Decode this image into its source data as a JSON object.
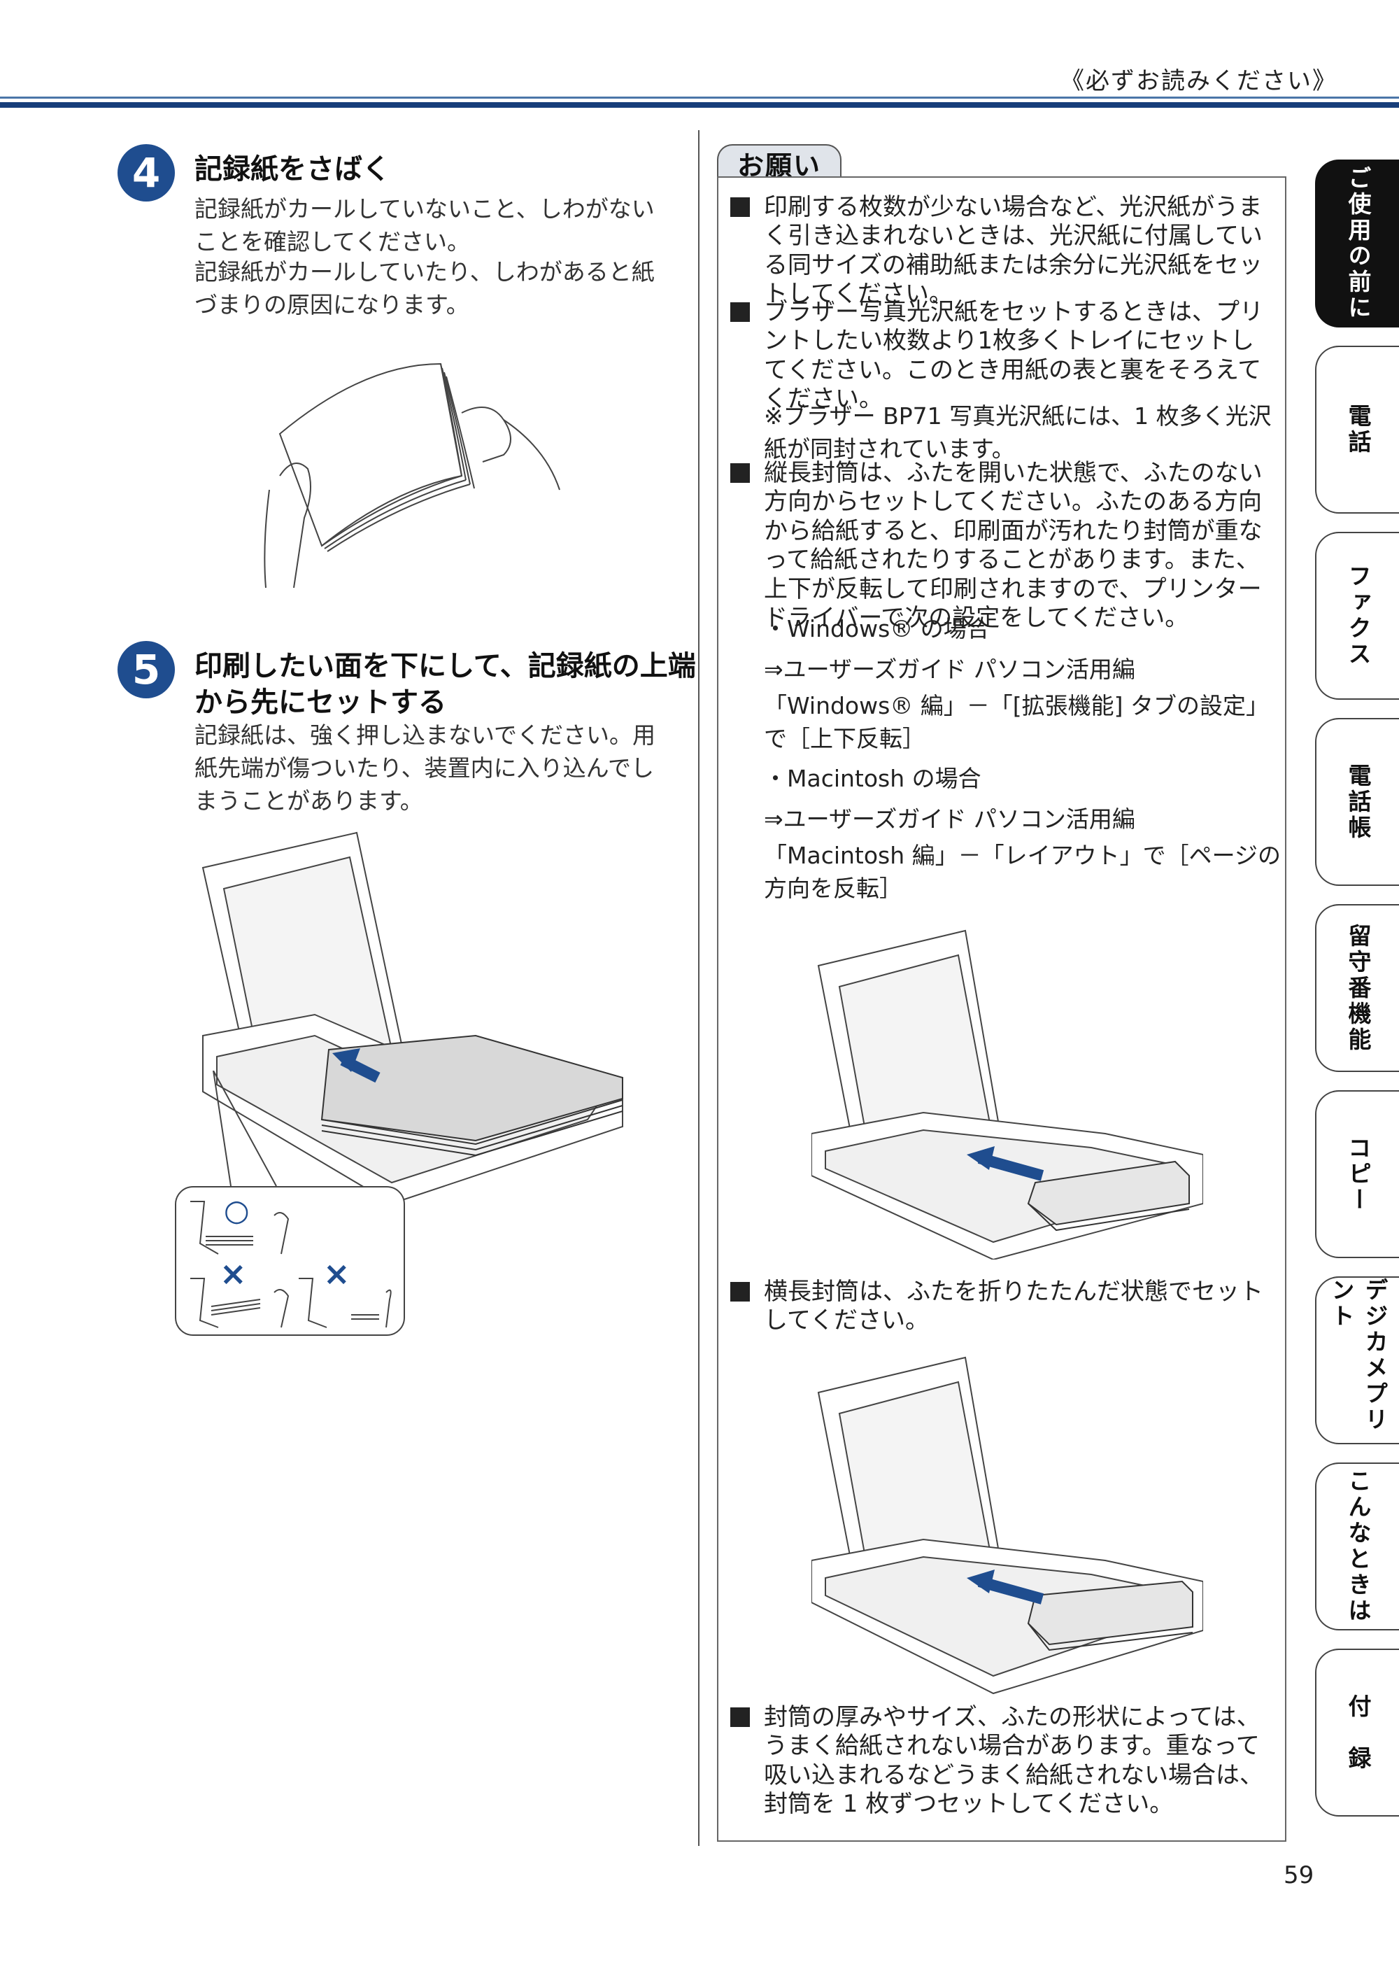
{
  "header": {
    "note": "《必ずお読みください》"
  },
  "step4": {
    "num": "4",
    "title": "記録紙をさばく",
    "text1": "記録紙がカールしていないこと、しわがないことを確認してください。",
    "text2": "記録紙がカールしていたり、しわがあると紙づまりの原因になります。"
  },
  "step5": {
    "num": "5",
    "title": "印刷したい面を下にして、記録紙の上端から先にセットする",
    "text1": "記録紙は、強く押し込まないでください。用紙先端が傷ついたり、装置内に入り込んでしまうことがあります。"
  },
  "marks": {
    "ok": "○",
    "ng": "×"
  },
  "request": {
    "tab": "お願い",
    "b1": "印刷する枚数が少ない場合など、光沢紙がうまく引き込まれないときは、光沢紙に付属している同サイズの補助紙または余分に光沢紙をセットしてください。",
    "b2": "ブラザー写真光沢紙をセットするときは、プリントしたい枚数より1枚多くトレイにセットしてください。このとき用紙の表と裏をそろえてください。",
    "b2note": "※ブラザー BP71 写真光沢紙には、1 枚多く光沢紙が同封されています。",
    "b3": "縦長封筒は、ふたを開いた状態で、ふたのない方向からセットしてください。ふたのある方向から給紙すると、印刷面が汚れたり封筒が重なって給紙されたりすることがあります。また、上下が反転して印刷されますので、プリンタードライバーで次の設定をしてください。",
    "win_head": "・Windows® の場合",
    "win_ref1": "⇒ユーザーズガイド パソコン活用編",
    "win_ref2": "「Windows® 編」－「[拡張機能] タブの設定」で［上下反転］",
    "mac_head": "・Macintosh の場合",
    "mac_ref1": "⇒ユーザーズガイド パソコン活用編",
    "mac_ref2": "「Macintosh 編」－「レイアウト」で［ページの方向を反転］",
    "b4": "横長封筒は、ふたを折りたたんだ状態でセットしてください。",
    "b5": "封筒の厚みやサイズ、ふたの形状によっては、うまく給紙されない場合があります。重なって吸い込まれるなどうまく給紙されない場合は、封筒を 1 枚ずつセットしてください。"
  },
  "side_tabs": [
    "ご使用の前に",
    "電話",
    "ファクス",
    "電話帳",
    "留守番機能",
    "コピー",
    "デジカメプリント",
    "こんなときは",
    "付　録"
  ],
  "active_tab": "ご使用の前に",
  "page_number": "59"
}
